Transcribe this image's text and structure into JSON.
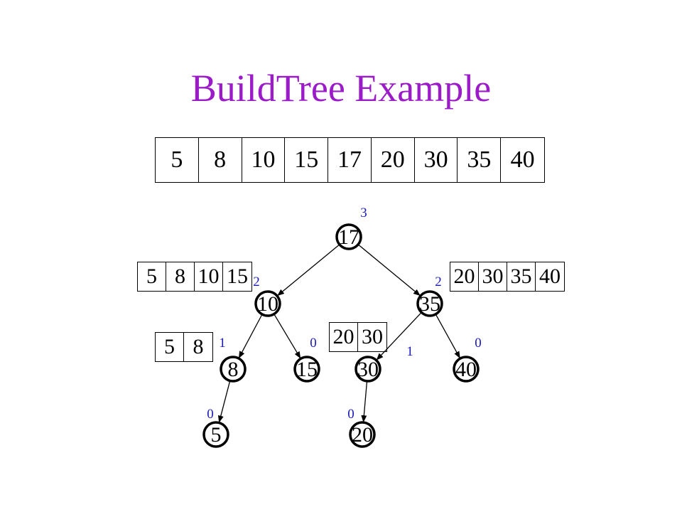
{
  "title": "BuildTree Example",
  "colors": {
    "title": "#9b1bc9",
    "height_label": "#1a1ab5"
  },
  "main_array": [
    "5",
    "8",
    "10",
    "15",
    "17",
    "20",
    "30",
    "35",
    "40"
  ],
  "left_array": [
    "5",
    "8",
    "10",
    "15"
  ],
  "right_array": [
    "20",
    "30",
    "35",
    "40"
  ],
  "small_left_array": [
    "5",
    "8"
  ],
  "small_mid_array": [
    "20",
    "30"
  ],
  "nodes": [
    {
      "id": "17",
      "label": "17",
      "height": "3"
    },
    {
      "id": "10",
      "label": "10",
      "height": "2"
    },
    {
      "id": "35",
      "label": "35",
      "height": "2"
    },
    {
      "id": "8",
      "label": "8",
      "height": "1"
    },
    {
      "id": "15",
      "label": "15",
      "height": "0"
    },
    {
      "id": "30",
      "label": "30",
      "height": "1"
    },
    {
      "id": "40",
      "label": "40",
      "height": "0"
    },
    {
      "id": "5",
      "label": "5",
      "height": "0"
    },
    {
      "id": "20",
      "label": "20",
      "height": "0"
    }
  ],
  "edges": [
    [
      "17",
      "10"
    ],
    [
      "17",
      "35"
    ],
    [
      "10",
      "8"
    ],
    [
      "10",
      "15"
    ],
    [
      "35",
      "30"
    ],
    [
      "35",
      "40"
    ],
    [
      "8",
      "5"
    ],
    [
      "30",
      "20"
    ]
  ]
}
